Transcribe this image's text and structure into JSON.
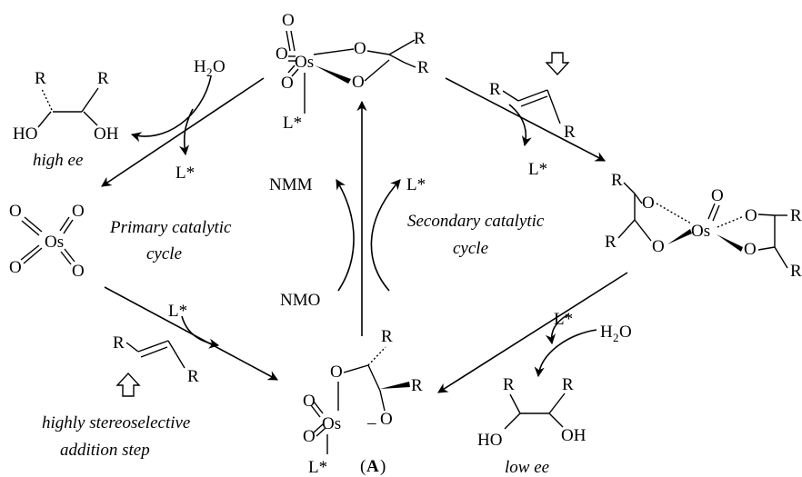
{
  "labels": {
    "R": "R",
    "O": "O",
    "Os": "Os",
    "H": "H",
    "two": "2",
    "OH": "OH",
    "HO": "HO",
    "L_star": "L*",
    "H2O_h": "H",
    "H2O_sub": "2",
    "H2O_o": "O",
    "NMM": "NMM",
    "NMO": "NMO",
    "A_open": "(",
    "A_bold": "A",
    "A_close": ")"
  },
  "captions": {
    "high_ee": "high ee",
    "low_ee": "low ee",
    "primary_1": "Primary catalytic",
    "primary_2": "cycle",
    "secondary_1": "Secondary catalytic",
    "secondary_2": "cycle",
    "step_1": "highly stereoselective",
    "step_2": "addition step"
  }
}
